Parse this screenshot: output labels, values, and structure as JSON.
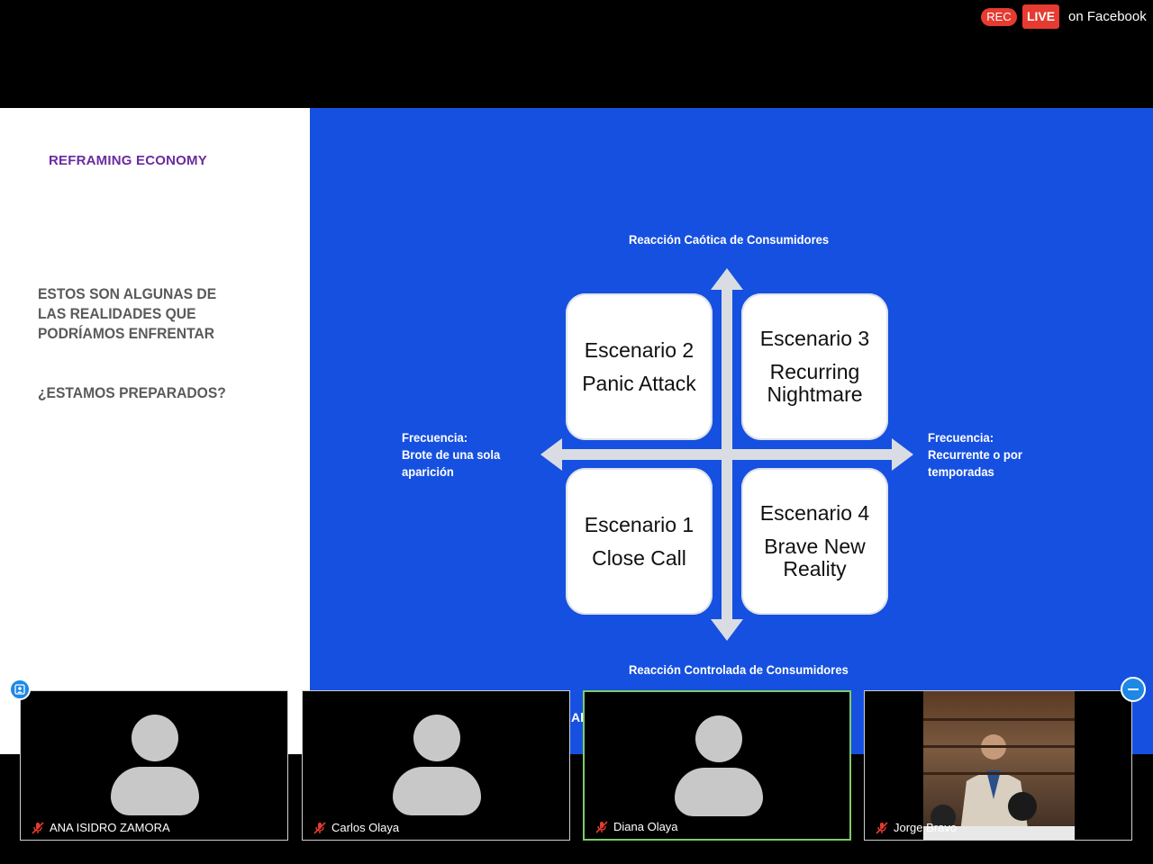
{
  "status": {
    "rec_label": "REC",
    "live_label": "LIVE",
    "live_suffix": "on Facebook",
    "colors": {
      "rec": "#e53b30",
      "live": "#e53b30"
    }
  },
  "slide": {
    "brand": "REFRAMING ECONOMY",
    "headline_lines": [
      "ESTOS SON ALGUNAS DE",
      "LAS REALIDADES QUE",
      "PODRÍAMOS ENFRENTAR"
    ],
    "question": "¿ESTAMOS PREPARADOS?",
    "axis": {
      "top": "Reacción Caótica de Consumidores",
      "bottom": "Reacción Controlada de Consumidores",
      "left_lines": [
        "Frecuencia:",
        "Brote de una sola",
        "aparición"
      ],
      "right_lines": [
        "Frecuencia:",
        "Recurrente o por",
        "temporadas"
      ]
    },
    "quadrants": {
      "q2": {
        "number": "Escenario 2",
        "name_lines": [
          "Panic Attack"
        ]
      },
      "q3": {
        "number": "Escenario 3",
        "name_lines": [
          "Recurring",
          "Nightmare"
        ]
      },
      "q1": {
        "number": "Escenario 1",
        "name_lines": [
          "Close Call"
        ]
      },
      "q4": {
        "number": "Escenario 4",
        "name_lines": [
          "Brave New",
          "Reality"
        ]
      }
    },
    "peek_text": "Al",
    "colors": {
      "panel": "#1650e0",
      "brand": "#6a2ca0",
      "headline": "#5a5a5a"
    }
  },
  "participants": [
    {
      "name": "ANA ISIDRO ZAMORA",
      "muted": true,
      "video": false
    },
    {
      "name": "Carlos Olaya",
      "muted": true,
      "video": false
    },
    {
      "name": "Diana Olaya",
      "muted": true,
      "video": false,
      "active_speaker": true
    },
    {
      "name": "Jorge Bravo",
      "muted": true,
      "video": true
    }
  ],
  "icons": {
    "pin": "pin-video-icon",
    "minimize": "minimize-icon",
    "mic": "mic-muted-icon"
  }
}
